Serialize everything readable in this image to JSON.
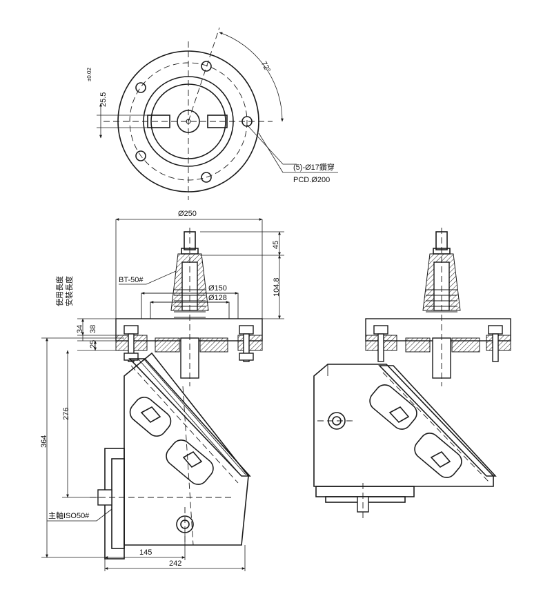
{
  "labels": {
    "angle": "72°",
    "holes": "(5)-Ø17鑽穿",
    "pcd": "PCD.Ø200",
    "dim_25_5": "25.5",
    "tolerance": "±0.02",
    "dia250": "Ø250",
    "dim45": "45",
    "dim104_8": "104.8",
    "bt50": "BT-50#",
    "dia150": "Ø150",
    "dia128": "Ø128",
    "vertical_note_1": "使用長度",
    "vertical_note_2": "安裝長度",
    "dim34": "34",
    "dim38": "38",
    "dim25": "25",
    "dim276": "276",
    "dim364": "364",
    "spindle": "主軸ISO50#",
    "dim145": "145",
    "dim242": "242"
  },
  "colors": {
    "line": "#1a1a1a",
    "background": "#ffffff"
  }
}
